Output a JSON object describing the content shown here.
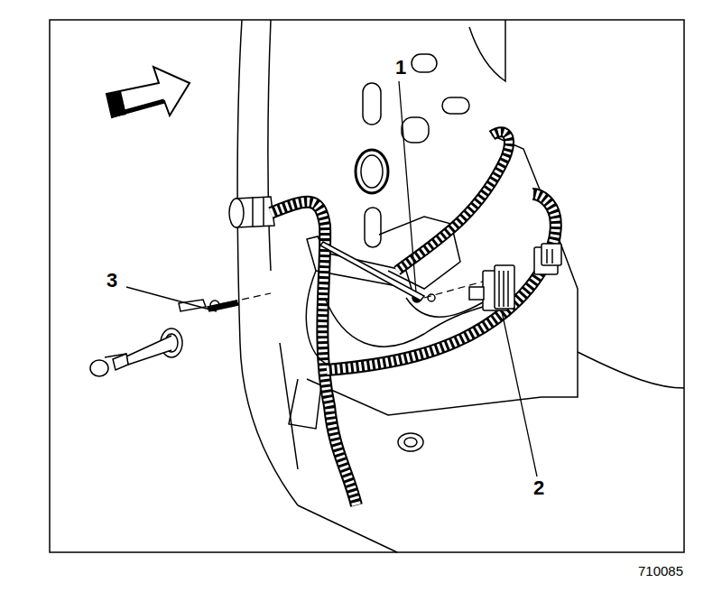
{
  "diagram": {
    "labels": [
      "1",
      "2",
      "3",
      "710085"
    ]
  }
}
